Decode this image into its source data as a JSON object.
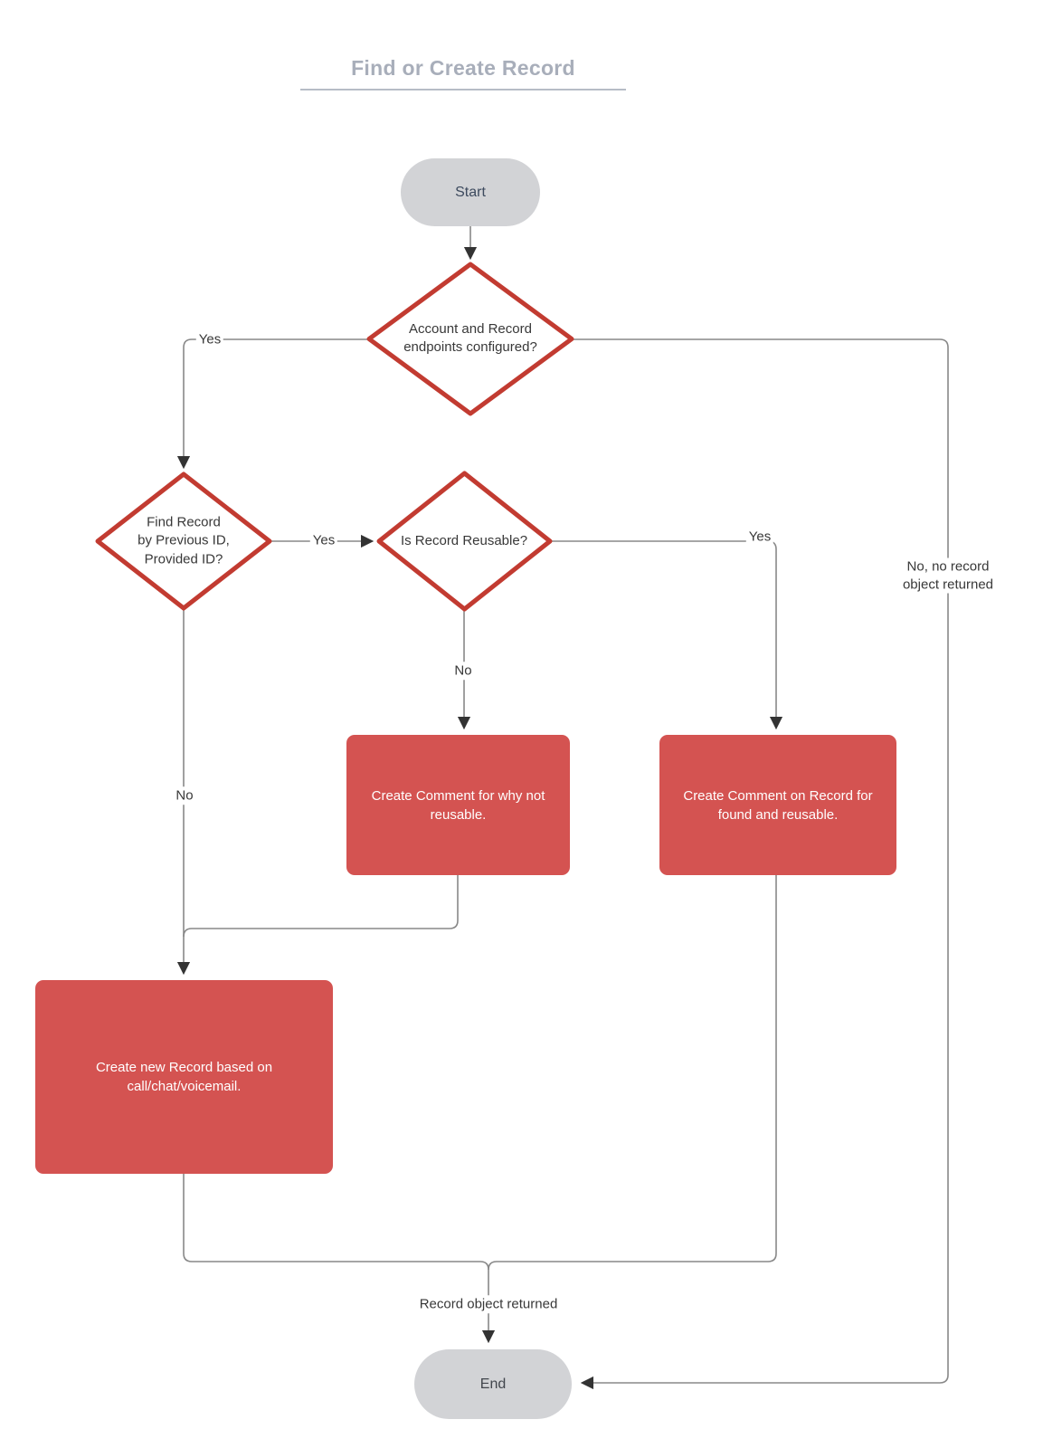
{
  "title": "Find or Create Record",
  "nodes": {
    "start": {
      "label": "Start",
      "type": "terminal"
    },
    "endpoints_decision": {
      "label": "Account and Record\nendpoints configured?",
      "type": "decision"
    },
    "find_record_decision": {
      "label": "Find Record\nby Previous ID,\nProvided ID?",
      "type": "decision"
    },
    "reusable_decision": {
      "label": "Is Record Reusable?",
      "type": "decision"
    },
    "comment_not_reusable": {
      "label": "Create Comment for why not\nreusable.",
      "type": "process"
    },
    "comment_found_reusable": {
      "label": "Create Comment on Record for\nfound and reusable.",
      "type": "process"
    },
    "create_new_record": {
      "label": "Create new Record based on\ncall/chat/voicemail.",
      "type": "process"
    },
    "end": {
      "label": "End",
      "type": "terminal"
    }
  },
  "edge_labels": {
    "endpoints_yes": "Yes",
    "endpoints_no": "No, no record\nobject returned",
    "find_record_yes": "Yes",
    "find_record_no": "No",
    "reusable_yes": "Yes",
    "reusable_no": "No",
    "record_returned": "Record object returned"
  },
  "colors": {
    "process_fill": "#d45351",
    "decision_border": "#c23b31",
    "terminal_fill": "#d2d3d6",
    "connector": "#888888",
    "arrowhead": "#333333",
    "title_text": "#a8aeba"
  }
}
